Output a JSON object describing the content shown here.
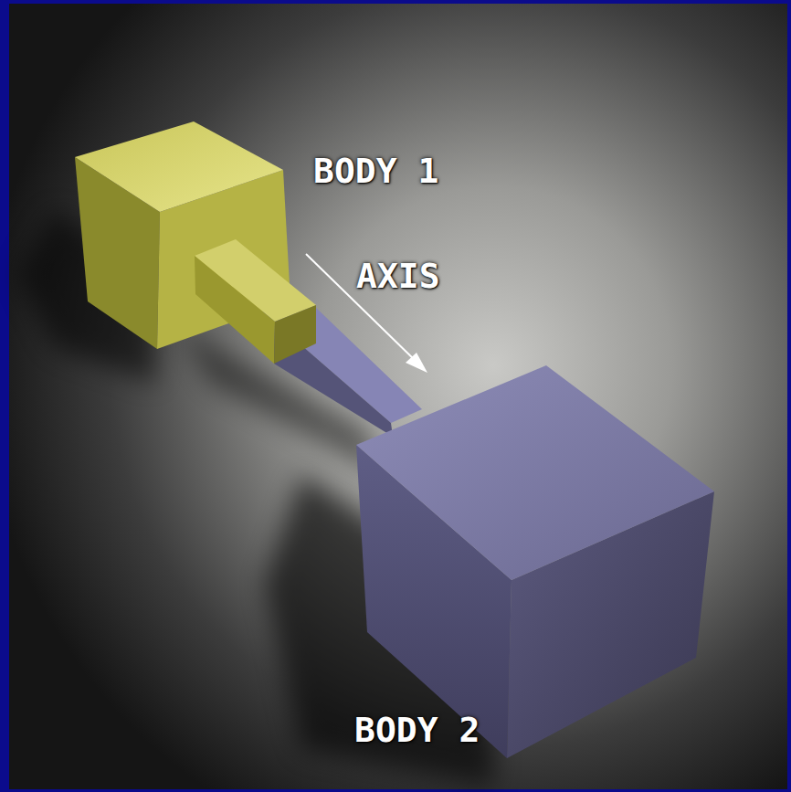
{
  "diagram": {
    "labels": [
      "BODY 1",
      "AXIS",
      "BODY 2"
    ]
  }
}
